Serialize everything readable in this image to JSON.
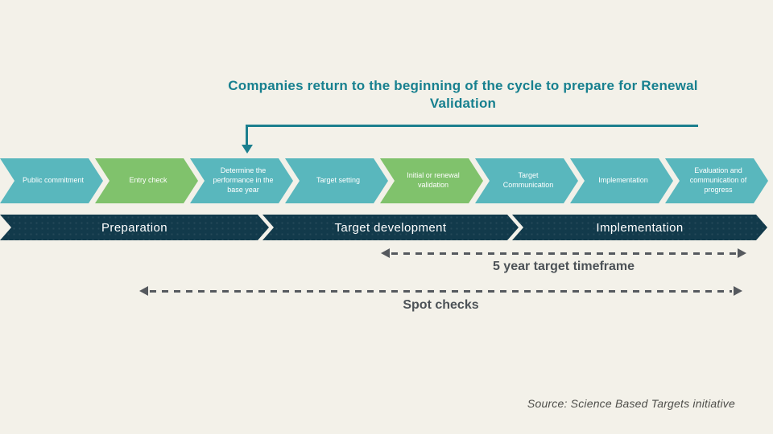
{
  "palette": {
    "background": "#f3f1e9",
    "step_teal": "#59b7bd",
    "step_green": "#80c26c",
    "phase_dark_navy": "#123a4b",
    "accent_teal": "#17808f",
    "dashed_arrow_gray": "#55595e",
    "label_gray": "#4c5257"
  },
  "annotation": {
    "title": "Companies return to the beginning of the cycle to prepare for Renewal Validation"
  },
  "steps": [
    {
      "label": "Public commitment",
      "variant": "teal"
    },
    {
      "label": "Entry check",
      "variant": "green"
    },
    {
      "label": "Determine the performance in the base year",
      "variant": "teal"
    },
    {
      "label": "Target setting",
      "variant": "teal"
    },
    {
      "label": "Initial or renewal validation",
      "variant": "green"
    },
    {
      "label": "Target Communication",
      "variant": "teal"
    },
    {
      "label": "Implementation",
      "variant": "teal"
    },
    {
      "label": "Evaluation and communication of progress",
      "variant": "teal"
    }
  ],
  "phases": [
    {
      "label": "Preparation"
    },
    {
      "label": "Target development"
    },
    {
      "label": "Implementation"
    }
  ],
  "timeframes": [
    {
      "label": "5 year target timeframe"
    },
    {
      "label": "Spot checks"
    }
  ],
  "source": {
    "text": "Source: Science Based Targets initiative"
  }
}
